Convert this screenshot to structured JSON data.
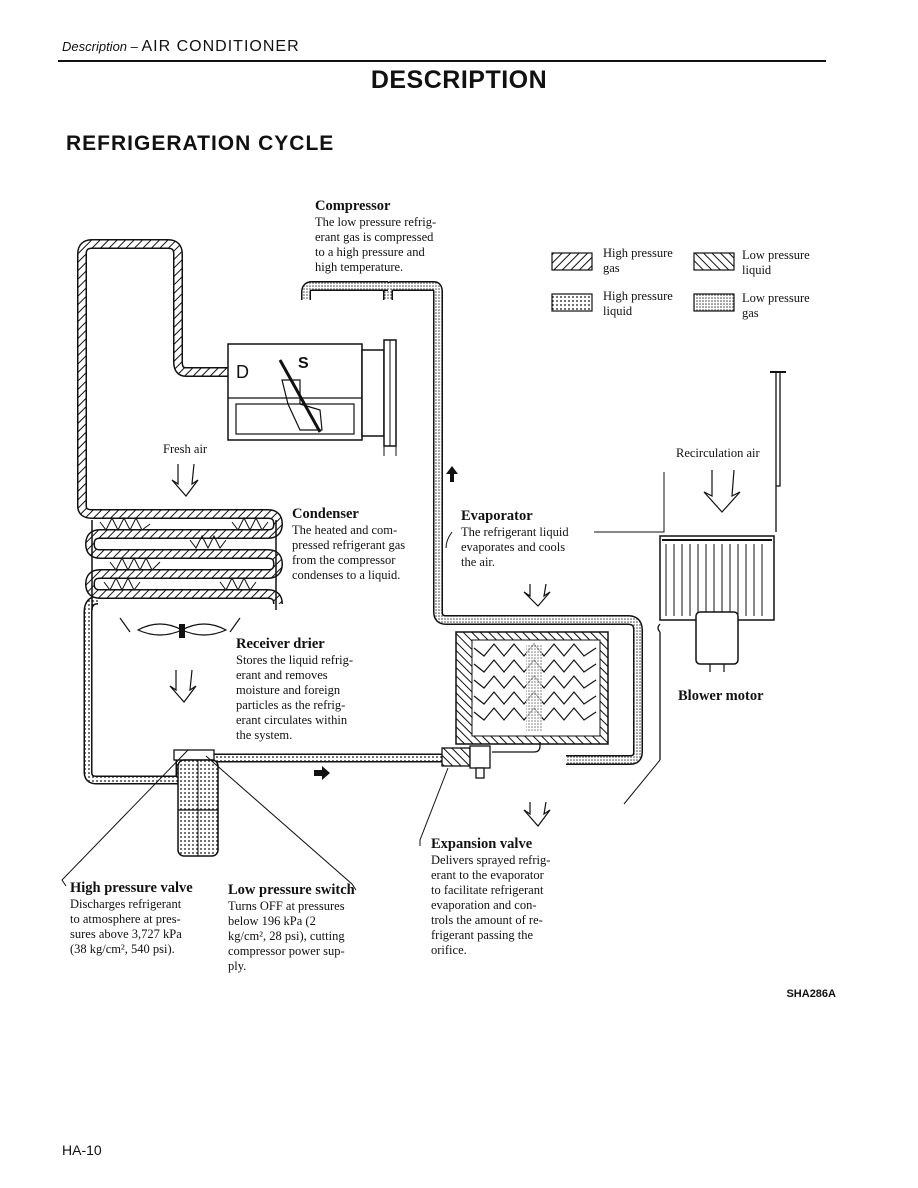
{
  "header": {
    "small": "Description –",
    "big": "AIR CONDITIONER"
  },
  "title": "DESCRIPTION",
  "section_title": "REFRIGERATION CYCLE",
  "legend": {
    "high_pressure_gas": "High pressure\ngas",
    "low_pressure_liquid": "Low pressure\nliquid",
    "high_pressure_liquid": "High pressure\nliquid",
    "low_pressure_gas": "Low pressure\ngas"
  },
  "compressor": {
    "title": "Compressor",
    "text": "The low pressure refrig-\nerant gas is compressed\nto a high pressure and\nhigh temperature.",
    "port_d": "D",
    "port_s": "S"
  },
  "fresh_air": "Fresh air",
  "recirculation_air": "Recirculation air",
  "condenser": {
    "title": "Condenser",
    "text": "The heated and com-\npressed refrigerant gas\nfrom the compressor\ncondenses to a liquid."
  },
  "evaporator": {
    "title": "Evaporator",
    "text": "The refrigerant liquid\nevaporates and cools\nthe air."
  },
  "receiver_drier": {
    "title": "Receiver drier",
    "text": "Stores the liquid refrig-\nerant and removes\nmoisture and foreign\nparticles as the refrig-\nerant circulates within\nthe system."
  },
  "blower_motor": "Blower motor",
  "high_pressure_valve": {
    "title": "High pressure valve",
    "text": "Discharges refrigerant\nto atmosphere at pres-\nsures above 3,727 kPa\n(38 kg/cm², 540 psi)."
  },
  "low_pressure_switch": {
    "title": "Low pressure switch",
    "text": "Turns OFF at pressures\nbelow 196 kPa (2\nkg/cm², 28 psi), cutting\ncompressor power sup-\nply."
  },
  "expansion_valve": {
    "title": "Expansion valve",
    "text": "Delivers sprayed refrig-\nerant to the evaporator\nto facilitate refrigerant\nevaporation and con-\ntrols the amount of re-\nfrigerant passing the\norifice."
  },
  "figure_code": "SHA286A",
  "page_number": "HA-10"
}
